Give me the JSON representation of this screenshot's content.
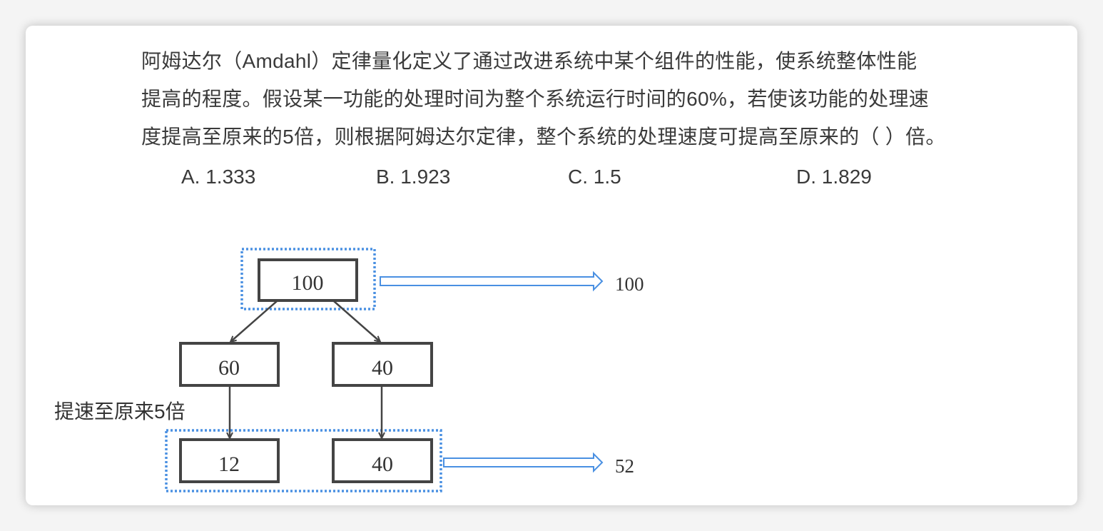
{
  "question": {
    "lines": [
      "阿姆达尔（Amdahl）定律量化定义了通过改进系统中某个组件的性能，使系统整体性能",
      "提高的程度。假设某一功能的处理时间为整个系统运行时间的60%，若使该功能的处理速",
      "度提高至原来的5倍，则根据阿姆达尔定律，整个系统的处理速度可提高至原来的（  ）倍。"
    ],
    "options": [
      "A. 1.333",
      "B. 1.923",
      "C. 1.5",
      "D. 1.829"
    ]
  },
  "diagram": {
    "top_box": "100",
    "top_result": "100",
    "mid_left": "60",
    "mid_right": "40",
    "bottom_left": "12",
    "bottom_right": "40",
    "bottom_result": "52",
    "speedup_label": "提速至原来5倍",
    "colors": {
      "dotted": "#4a90e2",
      "box": "#444444",
      "arrow": "#4a90e2"
    }
  }
}
